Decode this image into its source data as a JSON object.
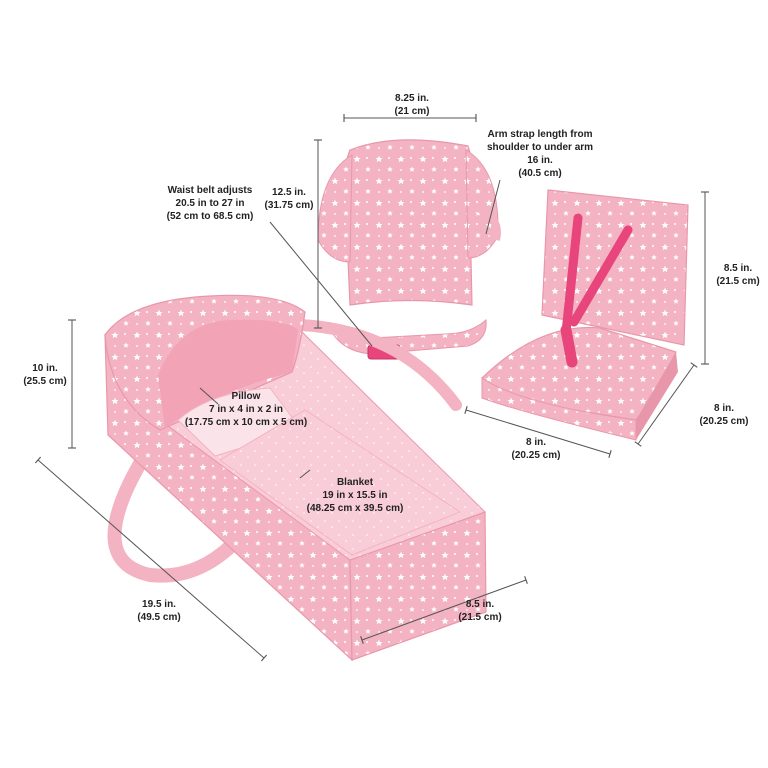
{
  "colors": {
    "fabric": "#f4b3c2",
    "fabric_shade": "#e897ab",
    "fabric_light": "#f9cdd7",
    "strap": "#e8457c",
    "star": "#ffffff",
    "dimension_line": "#555555",
    "text": "#222222"
  },
  "annotations": {
    "harness_width": [
      "8.25 in.",
      "(21 cm)"
    ],
    "arm_strap": [
      "Arm strap length from",
      "shoulder to under arm",
      "16 in.",
      "(40.5 cm)"
    ],
    "waist_belt": [
      "Waist belt adjusts",
      "20.5 in to 27 in",
      "(52 cm to 68.5 cm)"
    ],
    "harness_height": [
      "12.5 in.",
      "(31.75 cm)"
    ],
    "seat_height": [
      "8.5 in.",
      "(21.5 cm)"
    ],
    "carrier_height": [
      "10 in.",
      "(25.5 cm)"
    ],
    "pillow": [
      "Pillow",
      "7 in x 4 in x 2 in",
      "(17.75 cm x 10 cm x 5 cm)"
    ],
    "seat_depth": [
      "8 in.",
      "(20.25 cm)"
    ],
    "seat_width": [
      "8 in.",
      "(20.25 cm)"
    ],
    "blanket": [
      "Blanket",
      "19 in x 15.5 in",
      "(48.25 cm x 39.5 cm)"
    ],
    "carrier_length": [
      "19.5 in.",
      "(49.5 cm)"
    ],
    "carrier_width": [
      "8.5 in.",
      "(21.5 cm)"
    ]
  }
}
